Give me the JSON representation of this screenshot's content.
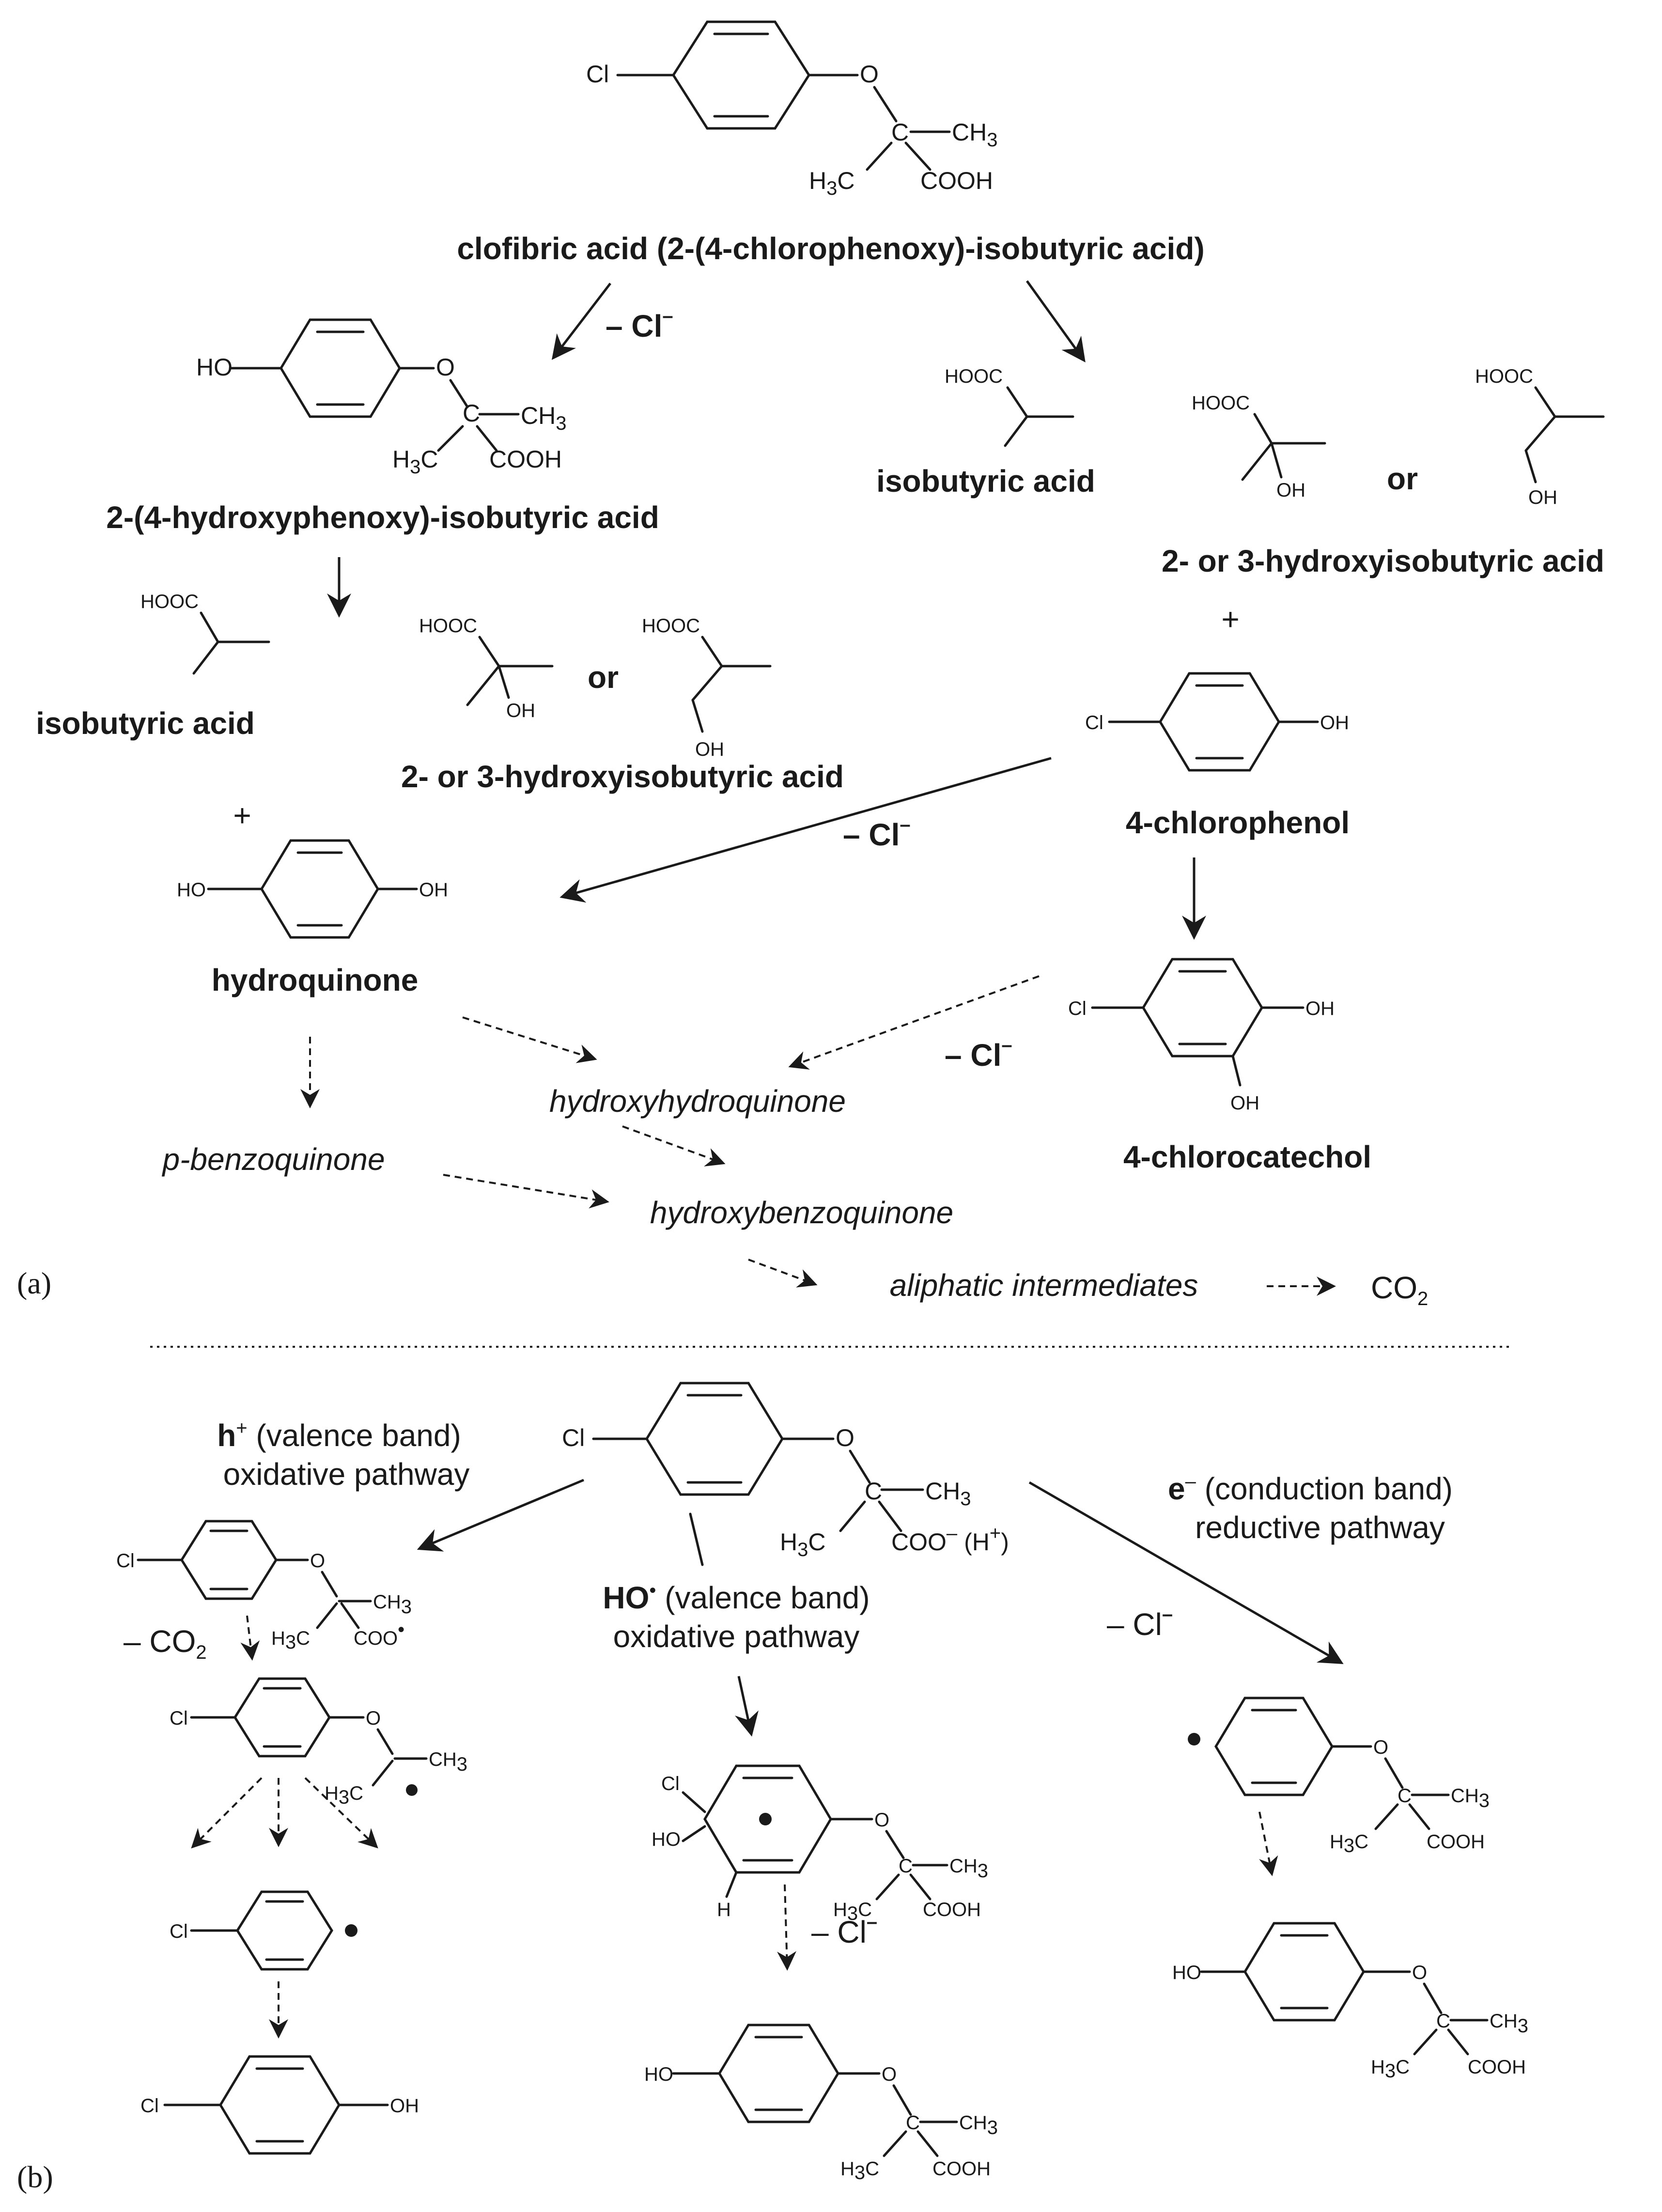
{
  "panel_a": {
    "label": "(a)",
    "clofibric_name": "clofibric acid (2-(4-chlorophenoxy)-isobutyric acid)",
    "loss_cl_1": "– Cl",
    "hydroxyphenoxy_name": "2-(4-hydroxyphenoxy)-isobutyric acid",
    "isobutyric_right": "isobutyric acid",
    "or_right": "or",
    "hydroxyisobutyric_right": "2- or 3-hydroxyisobutyric acid",
    "plus_right": "+",
    "isobutyric_left": "isobutyric acid",
    "or_left": "or",
    "hydroxyisobutyric_left": "2- or 3-hydroxyisobutyric acid",
    "plus_left": "+",
    "chlorophenol_name": "4-chlorophenol",
    "loss_cl_2": "– Cl",
    "hydroquinone_name": "hydroquinone",
    "chlorocatechol_name": "4-chlorocatechol",
    "loss_cl_3": "– Cl",
    "hydroxyhydroquinone": "hydroxyhydroquinone",
    "benzoquinone": "p-benzoquinone",
    "hydroxybenzoquinone": "hydroxybenzoquinone",
    "aliphatic": "aliphatic intermediates",
    "co2": "CO",
    "co2_sub": "2"
  },
  "panel_b": {
    "label": "(b)",
    "h_plus_pathway_1": "(valence band)",
    "h_plus_pathway_2": "oxidative pathway",
    "h_plus_symbol": "h",
    "ho_symbol": "HO",
    "ho_pathway_1": "(valence band)",
    "ho_pathway_2": "oxidative pathway",
    "e_symbol": "e",
    "e_pathway_1": "(conduction band)",
    "e_pathway_2": "reductive pathway",
    "loss_co2": "– CO",
    "loss_cl_b1": "– Cl",
    "loss_cl_b2": "– Cl",
    "coo_label": "COO",
    "h_plus_paren": "(H"
  },
  "atoms": {
    "cl": "Cl",
    "o": "O",
    "oh": "OH",
    "ho": "HO",
    "h": "H",
    "c": "C",
    "ch3": "CH",
    "h3c": "H",
    "cooh": "COOH",
    "hooc": "HOOC",
    "sub3": "3"
  }
}
